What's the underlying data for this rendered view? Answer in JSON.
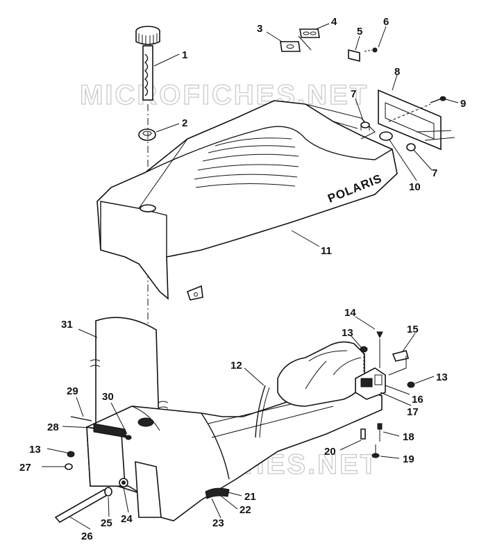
{
  "diagram": {
    "watermark": "MICROFICHES.NET",
    "brand_label": "POLARIS",
    "callouts": [
      "1",
      "2",
      "3",
      "4",
      "5",
      "6",
      "7",
      "7",
      "8",
      "9",
      "10",
      "11",
      "12",
      "13",
      "13",
      "13",
      "14",
      "15",
      "16",
      "17",
      "18",
      "19",
      "20",
      "21",
      "22",
      "23",
      "24",
      "25",
      "26",
      "27",
      "28",
      "29",
      "30",
      "31"
    ]
  },
  "colors": {
    "line": "#111111",
    "watermark": "#c9c9c9",
    "background": "#ffffff"
  }
}
